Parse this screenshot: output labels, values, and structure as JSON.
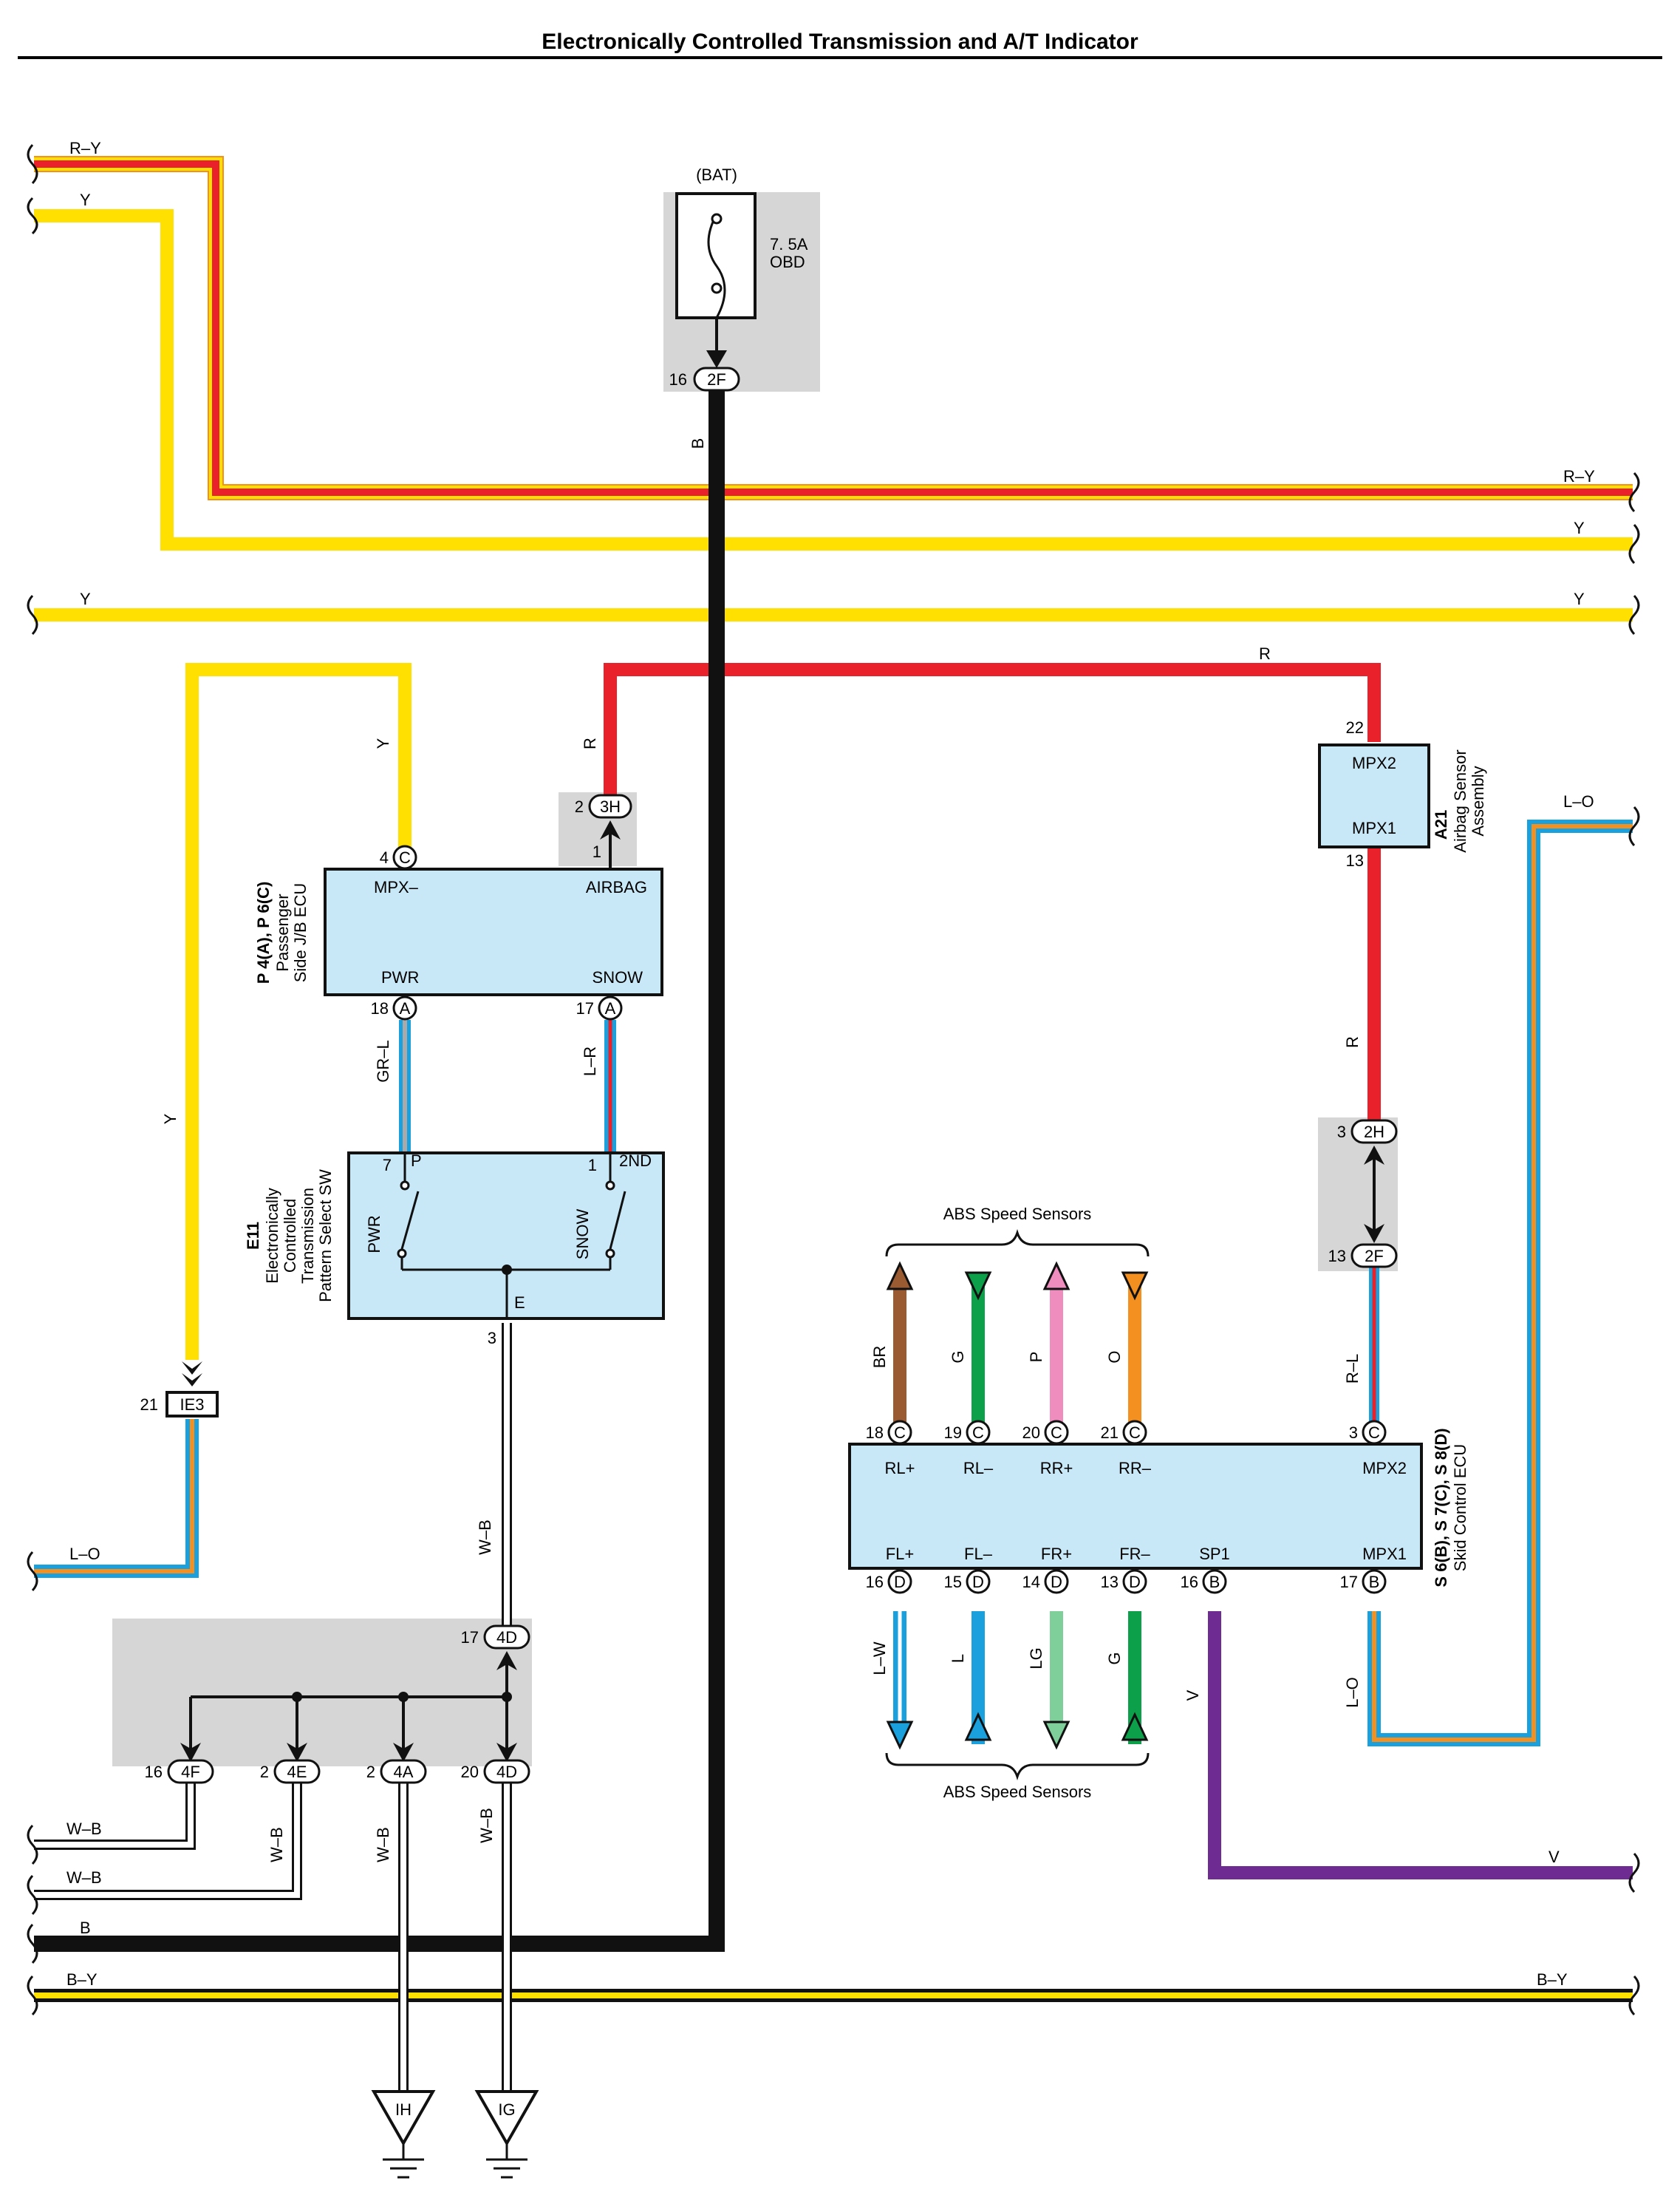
{
  "title": "Electronically Controlled Transmission and A/T Indicator",
  "bus": {
    "ry": "R–Y",
    "y": "Y",
    "r": "R",
    "lo": "L–O",
    "wb": "W–B",
    "b": "B",
    "by": "B–Y",
    "v": "V",
    "grl": "GR–L",
    "lr": "L–R",
    "rl": "R–L"
  },
  "fuse": {
    "source": "(BAT)",
    "rating": "7. 5A",
    "name": "OBD",
    "pin": "16",
    "conn": "2F"
  },
  "jb3h": {
    "pin_top": "2",
    "conn": "3H",
    "pin_bot": "1"
  },
  "ecu_jb": {
    "designation": "P 4(A), P 6(C)",
    "name_line1": "Passenger",
    "name_line2": "Side J/B ECU",
    "mpx": "MPX–",
    "airbag": "AIRBAG",
    "pwr": "PWR",
    "snow": "SNOW",
    "pin_mpx": "4",
    "conn_mpx": "C",
    "pin_pwr": "18",
    "conn_pwr": "A",
    "pin_snow": "17",
    "conn_snow": "A"
  },
  "switch": {
    "designation": "E11",
    "name_line1": "Electronically",
    "name_line2": "Controlled",
    "name_line3": "Transmission",
    "name_line4": "Pattern Select SW",
    "p": "P",
    "second": "2ND",
    "pwr": "PWR",
    "snow": "SNOW",
    "e": "E",
    "pin_p": "7",
    "pin_2nd": "1",
    "pin_e": "3"
  },
  "airbag": {
    "designation": "A21",
    "name_line1": "Airbag Sensor",
    "name_line2": "Assembly",
    "mpx2": "MPX2",
    "mpx1": "MPX1",
    "pin_top": "22",
    "pin_bot": "13"
  },
  "j2h": {
    "pin": "3",
    "conn": "2H"
  },
  "j2f": {
    "pin": "13",
    "conn": "2F"
  },
  "ie3": {
    "pin": "21",
    "conn": "IE3"
  },
  "skid": {
    "designation": "S 6(B), S 7(C), S 8(D)",
    "name": "Skid Control ECU",
    "top_labels": [
      "RL+",
      "RL–",
      "RR+",
      "RR–",
      "MPX2"
    ],
    "top_pins": [
      "18",
      "19",
      "20",
      "21",
      "3"
    ],
    "top_conns": [
      "C",
      "C",
      "C",
      "C",
      "C"
    ],
    "bot_labels": [
      "FL+",
      "FL–",
      "FR+",
      "FR–",
      "SP1",
      "MPX1"
    ],
    "bot_pins": [
      "16",
      "15",
      "14",
      "13",
      "16",
      "17"
    ],
    "bot_conns": [
      "D",
      "D",
      "D",
      "D",
      "B",
      "B"
    ]
  },
  "abs": {
    "label": "ABS Speed Sensors",
    "top_wires": [
      "BR",
      "G",
      "P",
      "O"
    ],
    "bot_wires": [
      "L–W",
      "L",
      "LG",
      "G"
    ]
  },
  "junction": {
    "top_pin": "17",
    "top_conn": "4D",
    "pins": [
      "16",
      "2",
      "2",
      "20"
    ],
    "conns": [
      "4F",
      "4E",
      "4A",
      "4D"
    ]
  },
  "grounds": {
    "ih": "IH",
    "ig": "IG"
  },
  "colors": {
    "red": "#e8212b",
    "yellow": "#ffe000",
    "orange": "#f39020",
    "blue": "#1aa0dd",
    "black": "#111111",
    "purple": "#6e2b91",
    "brown": "#9a5a32",
    "green": "#0ca04a",
    "pink": "#ee8dbe",
    "lightgreen": "#7fcf9a",
    "ecu_fill": "#c8e8f8",
    "gray_box": "#d6d6d6"
  }
}
